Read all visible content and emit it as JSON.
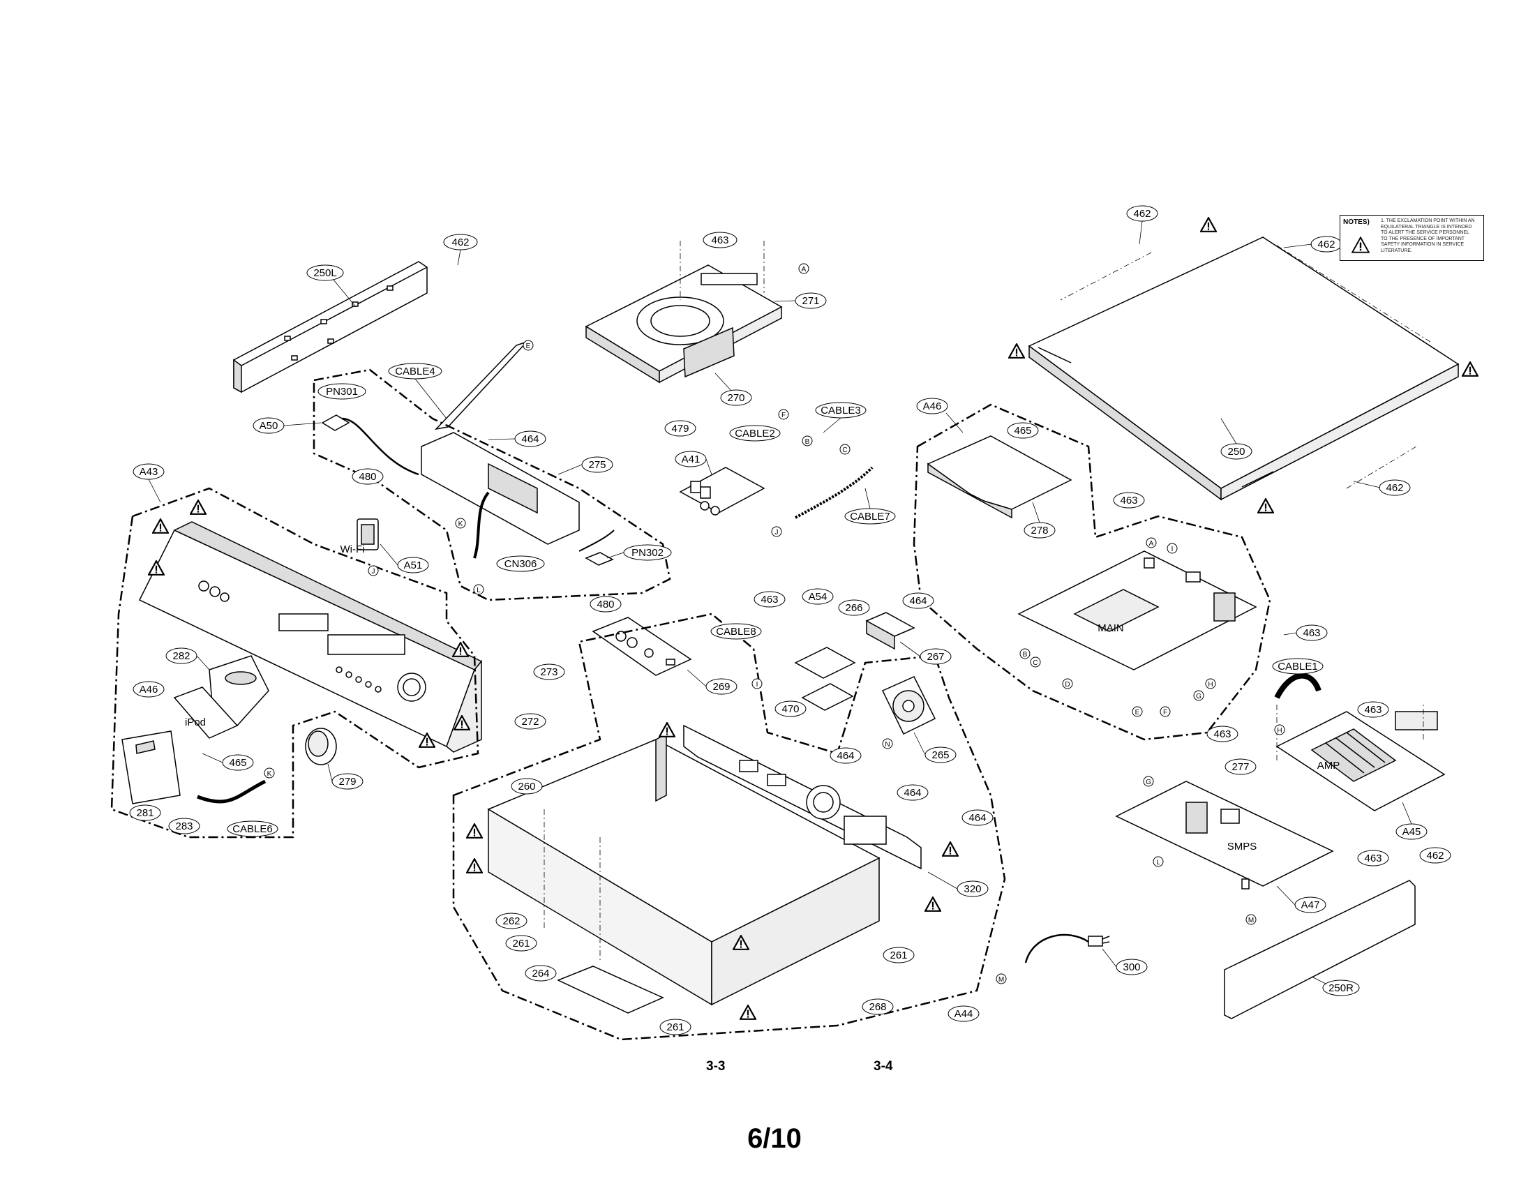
{
  "diagram": {
    "labels": {
      "p250L": "250L",
      "p462a": "462",
      "p463a": "463",
      "p271": "271",
      "p270": "270",
      "p462b": "462",
      "p462c": "462",
      "p462d": "462",
      "p250": "250",
      "pCable4": "CABLE4",
      "pPN301": "PN301",
      "pA50": "A50",
      "p480a": "480",
      "p464a": "464",
      "p275": "275",
      "pCN306": "CN306",
      "pPN302": "PN302",
      "p480b": "480",
      "pA43": "A43",
      "pWiFi": "Wi-Fi",
      "pA51": "A51",
      "p479": "479",
      "pCable2": "CABLE2",
      "pCable3": "CABLE3",
      "pA41": "A41",
      "pCable7": "CABLE7",
      "pA46a": "A46",
      "p465a": "465",
      "p278": "278",
      "p463b": "463",
      "pMain": "MAIN",
      "p463c": "463",
      "p463d": "463",
      "pA54": "A54",
      "p266": "266",
      "p464b": "464",
      "p267": "267",
      "pCable8": "CABLE8",
      "p470": "470",
      "p273": "273",
      "p272": "272",
      "p269": "269",
      "p282": "282",
      "pA46b": "A46",
      "pIpod": "iPod",
      "p465b": "465",
      "p281": "281",
      "p283": "283",
      "pCable6": "CABLE6",
      "p279": "279",
      "p260": "260",
      "p265": "265",
      "p464c": "464",
      "p464d": "464",
      "p464e": "464",
      "p320": "320",
      "p262": "262",
      "p261a": "261",
      "p261b": "261",
      "p261c": "261",
      "p264": "264",
      "p268": "268",
      "pA44": "A44",
      "pCable1": "CABLE1",
      "p463e": "463",
      "pAmp": "AMP",
      "pA45": "A45",
      "p463f": "463",
      "p277": "277",
      "pSmps": "SMPS",
      "p463g": "463",
      "pA47": "A47",
      "p462e": "462",
      "p300": "300",
      "p250R": "250R"
    },
    "connectors": {
      "cA1": "A",
      "cB1": "B",
      "cC1": "C",
      "cF1": "F",
      "cE1": "E",
      "cK1": "K",
      "cL1": "L",
      "cJ1": "J",
      "cJ2": "J",
      "cK2": "K",
      "cA2": "A",
      "cI1": "I",
      "cB2": "B",
      "cC2": "C",
      "cD1": "D",
      "cE2": "E",
      "cF2": "F",
      "cG1": "G",
      "cH1": "H",
      "cI2": "I",
      "cN1": "N",
      "cH2": "H",
      "cG2": "G",
      "cL2": "L",
      "cM1": "M",
      "cM2": "M",
      "cL3": "L"
    }
  },
  "notes": {
    "title": "NOTES)",
    "text": "1. THE EXCLAMATION POINT WITHIN AN\nEQUILATERAL TRIANGLE IS INTENDED\nTO ALERT THE SERVICE PERSONNEL\nTO THE PRESENCE OF IMPORTANT\nSAFETY INFORMATION IN SERVICE\nLITERATURE."
  },
  "footer": {
    "left_page": "3-3",
    "right_page": "3-4",
    "page_number": "6/10"
  }
}
